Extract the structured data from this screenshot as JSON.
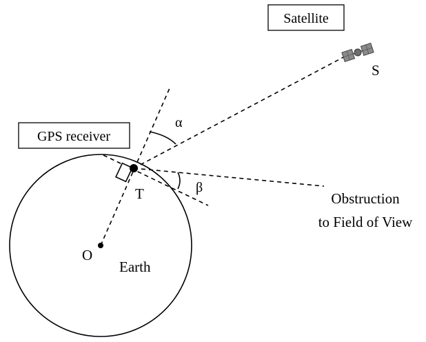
{
  "labels": {
    "satellite_box": "Satellite",
    "gps_box": "GPS receiver",
    "satellite_point": "S",
    "receiver_point": "T",
    "center_point": "O",
    "earth": "Earth",
    "alpha": "α",
    "beta": "β",
    "obstruction_line1": "Obstruction",
    "obstruction_line2": "to Field of View"
  },
  "icons": {
    "satellite": "satellite-icon",
    "receiver": "receiver-square-icon"
  },
  "colors": {
    "ink": "#000000",
    "satellite_body": "#8a8a8a"
  }
}
